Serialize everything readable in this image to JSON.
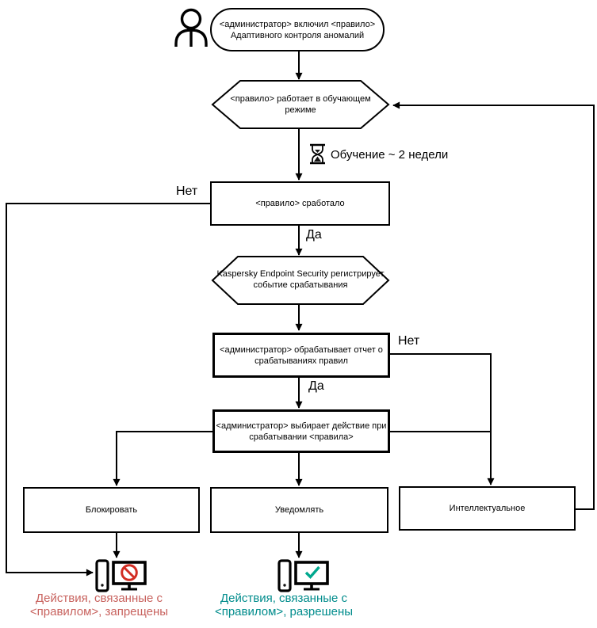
{
  "colors": {
    "line": "#000000",
    "shape-border": "#000000",
    "prohibited": "#d22d23",
    "allowed-check": "#00a88e",
    "blocked-text": "#c8625e",
    "allowed-text": "#008c8c"
  },
  "nodes": {
    "start": "<администратор> включил <правило>\nАдаптивного контроля аномалий",
    "training_mode": "<правило>  работает в обучающем\nрежиме",
    "training_note": "Обучение ~ 2 недели",
    "rule_triggered": "<правило> сработало",
    "kes_registers": "Kaspersky Endpoint Security регистрирует\nсобытие срабатывания",
    "admin_report": "<администратор> обрабатывает отчет о\nсрабатываниях правил",
    "admin_action": "<администратор> выбирает действие при\nсрабатывании <правила>",
    "action_block": "Блокировать",
    "action_notify": "Уведомлять",
    "action_smart": "Интеллектуальное",
    "result_blocked": "Действия, связанные с\n<правилом>, запрещены",
    "result_allowed": "Действия, связанные с\n<правилом>, разрешены"
  },
  "edge_labels": {
    "rule_not_triggered": "Нет",
    "rule_triggered_yes": "Да",
    "report_not_processed": "Нет",
    "report_processed_yes": "Да"
  },
  "icons": {
    "actor": "person-icon",
    "wait": "hourglass-icon",
    "blocked": "computer-prohibited-icon",
    "allowed": "computer-check-icon"
  }
}
